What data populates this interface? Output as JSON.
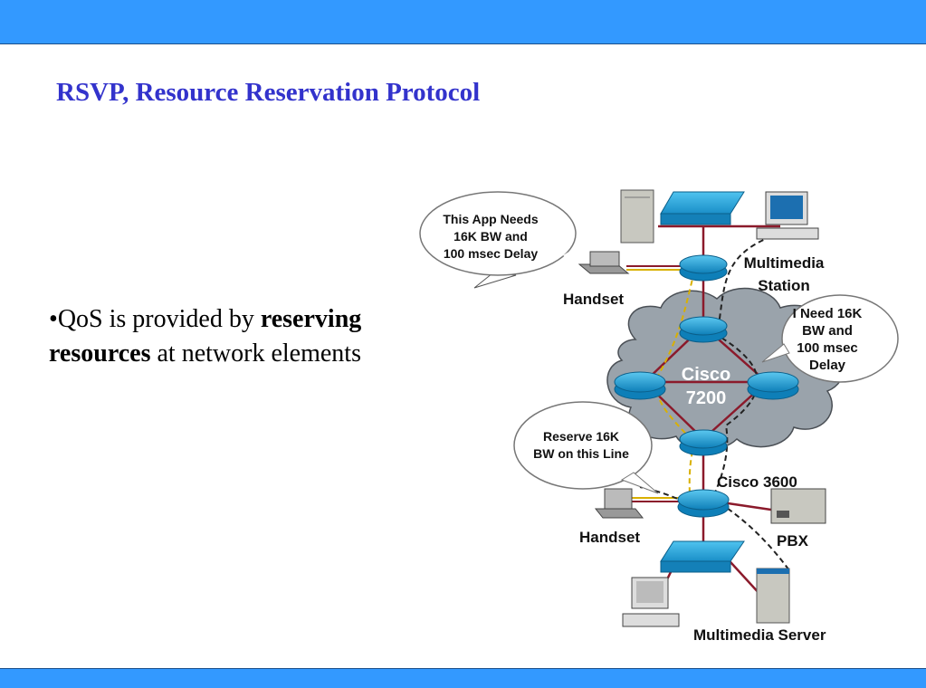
{
  "slide": {
    "title": "RSVP, Resource Reservation Protocol",
    "bullet": {
      "marker": "•",
      "text1": "QoS is provided by ",
      "bold1": "reserving",
      "bold2": "resources",
      "text2": " at network elements"
    }
  },
  "diagram": {
    "bubble_app": [
      "This App Needs",
      "16K BW and",
      "100 msec Delay"
    ],
    "bubble_need": [
      "I Need 16K",
      "BW and",
      "100 msec",
      "Delay"
    ],
    "bubble_reserve": [
      "Reserve 16K",
      "BW on this Line"
    ],
    "label_handset_top": "Handset",
    "label_multimedia_station": [
      "Multimedia",
      "Station"
    ],
    "label_cisco7200": [
      "Cisco",
      "7200"
    ],
    "label_cisco3600": "Cisco 3600",
    "label_handset_bottom": "Handset",
    "label_pbx": "PBX",
    "label_multimedia_server": "Multimedia Server"
  },
  "colors": {
    "bar": "#3399ff",
    "title": "#3333cc",
    "router": "#1aa3d9",
    "link": "#8b1a2b",
    "cloud": "#9aa3ab"
  }
}
